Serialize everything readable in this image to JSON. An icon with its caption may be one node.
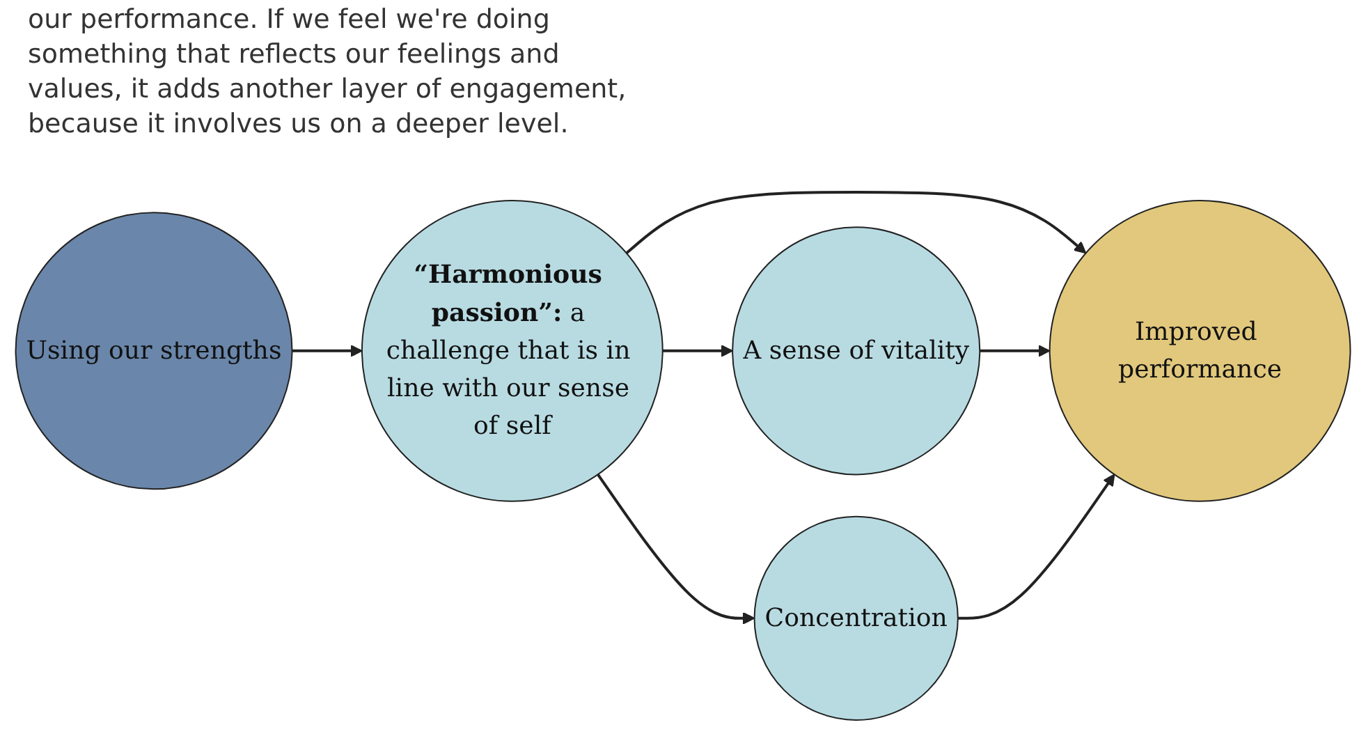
{
  "diagram": {
    "nodes": [
      {
        "text": [
          "Using our strengths"
        ]
      },
      {
        "text": [
          "**“Harmonious passion”:** a challenge that is in line with our sense of self"
        ]
      },
      {
        "text": [
          "A sense of vitality"
        ]
      },
      {
        "text": [
          "Concentration"
        ]
      },
      {
        "text": [
          "Improved performance"
        ]
      }
    ],
    "edges": [
      {
        "from": 0,
        "to": 1,
        "arrow": "to"
      },
      {
        "from": 1,
        "to": 2,
        "arrow": "to"
      },
      {
        "from": 1,
        "to": 4,
        "arrow": "to"
      },
      {
        "from": 1,
        "to": 3,
        "arrow": "to"
      },
      {
        "from": 2,
        "to": 4,
        "arrow": "to"
      },
      {
        "from": 3,
        "to": 4,
        "arrow": "to"
      }
    ],
    "labels": [
      "our performance. If we feel we're doing something that reflects our feelings and values, it adds another layer of engagement, because it involves us on a deeper level."
    ]
  }
}
